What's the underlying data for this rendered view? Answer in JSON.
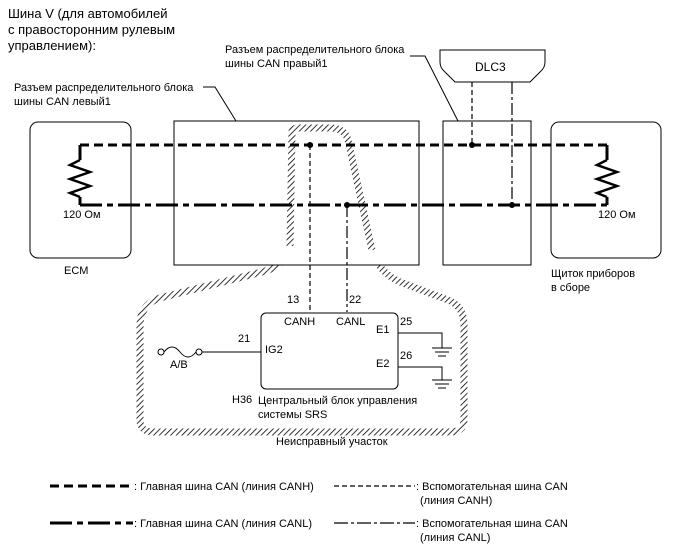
{
  "title": {
    "line1": "Шина V (для автомобилей",
    "line2": "с правосторонним рулевым",
    "line3": "управлением):"
  },
  "labels": {
    "junction_right_1": "Разъем распределительного блока",
    "junction_right_2": "шины CAN правый1",
    "junction_left_1": "Разъем распределительного блока",
    "junction_left_2": "шины CAN левый1",
    "dlc3": "DLC3",
    "ecm": "ECM",
    "meter_1": "Щиток приборов",
    "meter_2": "в сборе",
    "res_left": "120 Ом",
    "res_right": "120 Ом",
    "faulty": "Неисправный участок"
  },
  "srs": {
    "pin_canh": "13",
    "pin_canl": "22",
    "pin_ig2": "21",
    "pin_e1": "25",
    "pin_e2": "26",
    "canh": "CANH",
    "canl": "CANL",
    "ig2": "IG2",
    "e1": "E1",
    "e2": "E2",
    "connector": "H36",
    "name_1": "Центральный блок управления",
    "name_2": "системы SRS",
    "fuse": "A/B"
  },
  "legend": {
    "main_canh": ": Главная шина CAN (линия CANH)",
    "main_canl": ": Главная шина CAN (линия CANL)",
    "sub_canh_1": ": Вспомогательная шина CAN",
    "sub_canh_2": "(линия CANH)",
    "sub_canl_1": ": Вспомогательная шина CAN",
    "sub_canl_2": "(линия CANL)"
  }
}
